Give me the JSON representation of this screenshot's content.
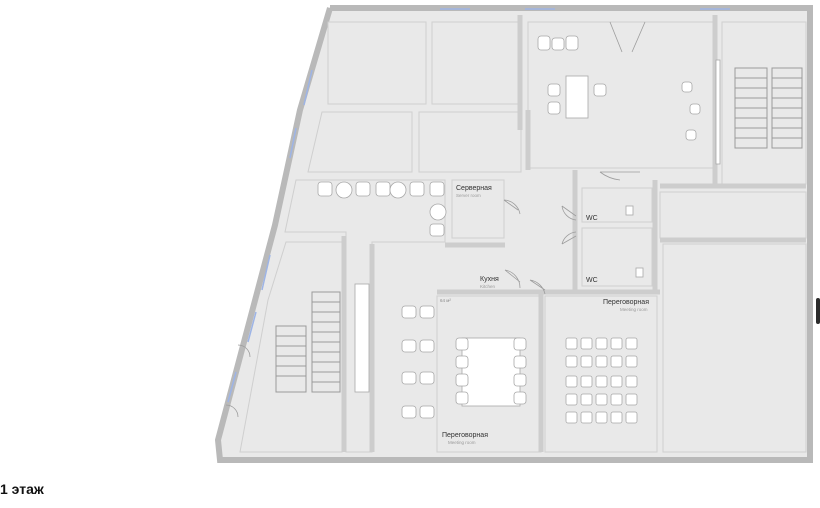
{
  "floor_title": "1 этаж",
  "rooms": {
    "server": {
      "label": "Серверная",
      "sublabel": "Server room"
    },
    "wc_top": {
      "label": "WC"
    },
    "wc_bottom": {
      "label": "WC"
    },
    "kitchen": {
      "label": "Кухня",
      "sublabel": "Kitchen"
    },
    "meeting_right": {
      "label": "Переговорная",
      "sublabel": "Meeting room"
    },
    "meeting_left": {
      "label": "Переговорная",
      "sublabel": "Meeting room"
    },
    "area_note": {
      "label": "64 м²"
    }
  },
  "colors": {
    "room_fill": "#e9e9e9",
    "wall": "#b9b9b9",
    "window": "#9db4e6"
  }
}
